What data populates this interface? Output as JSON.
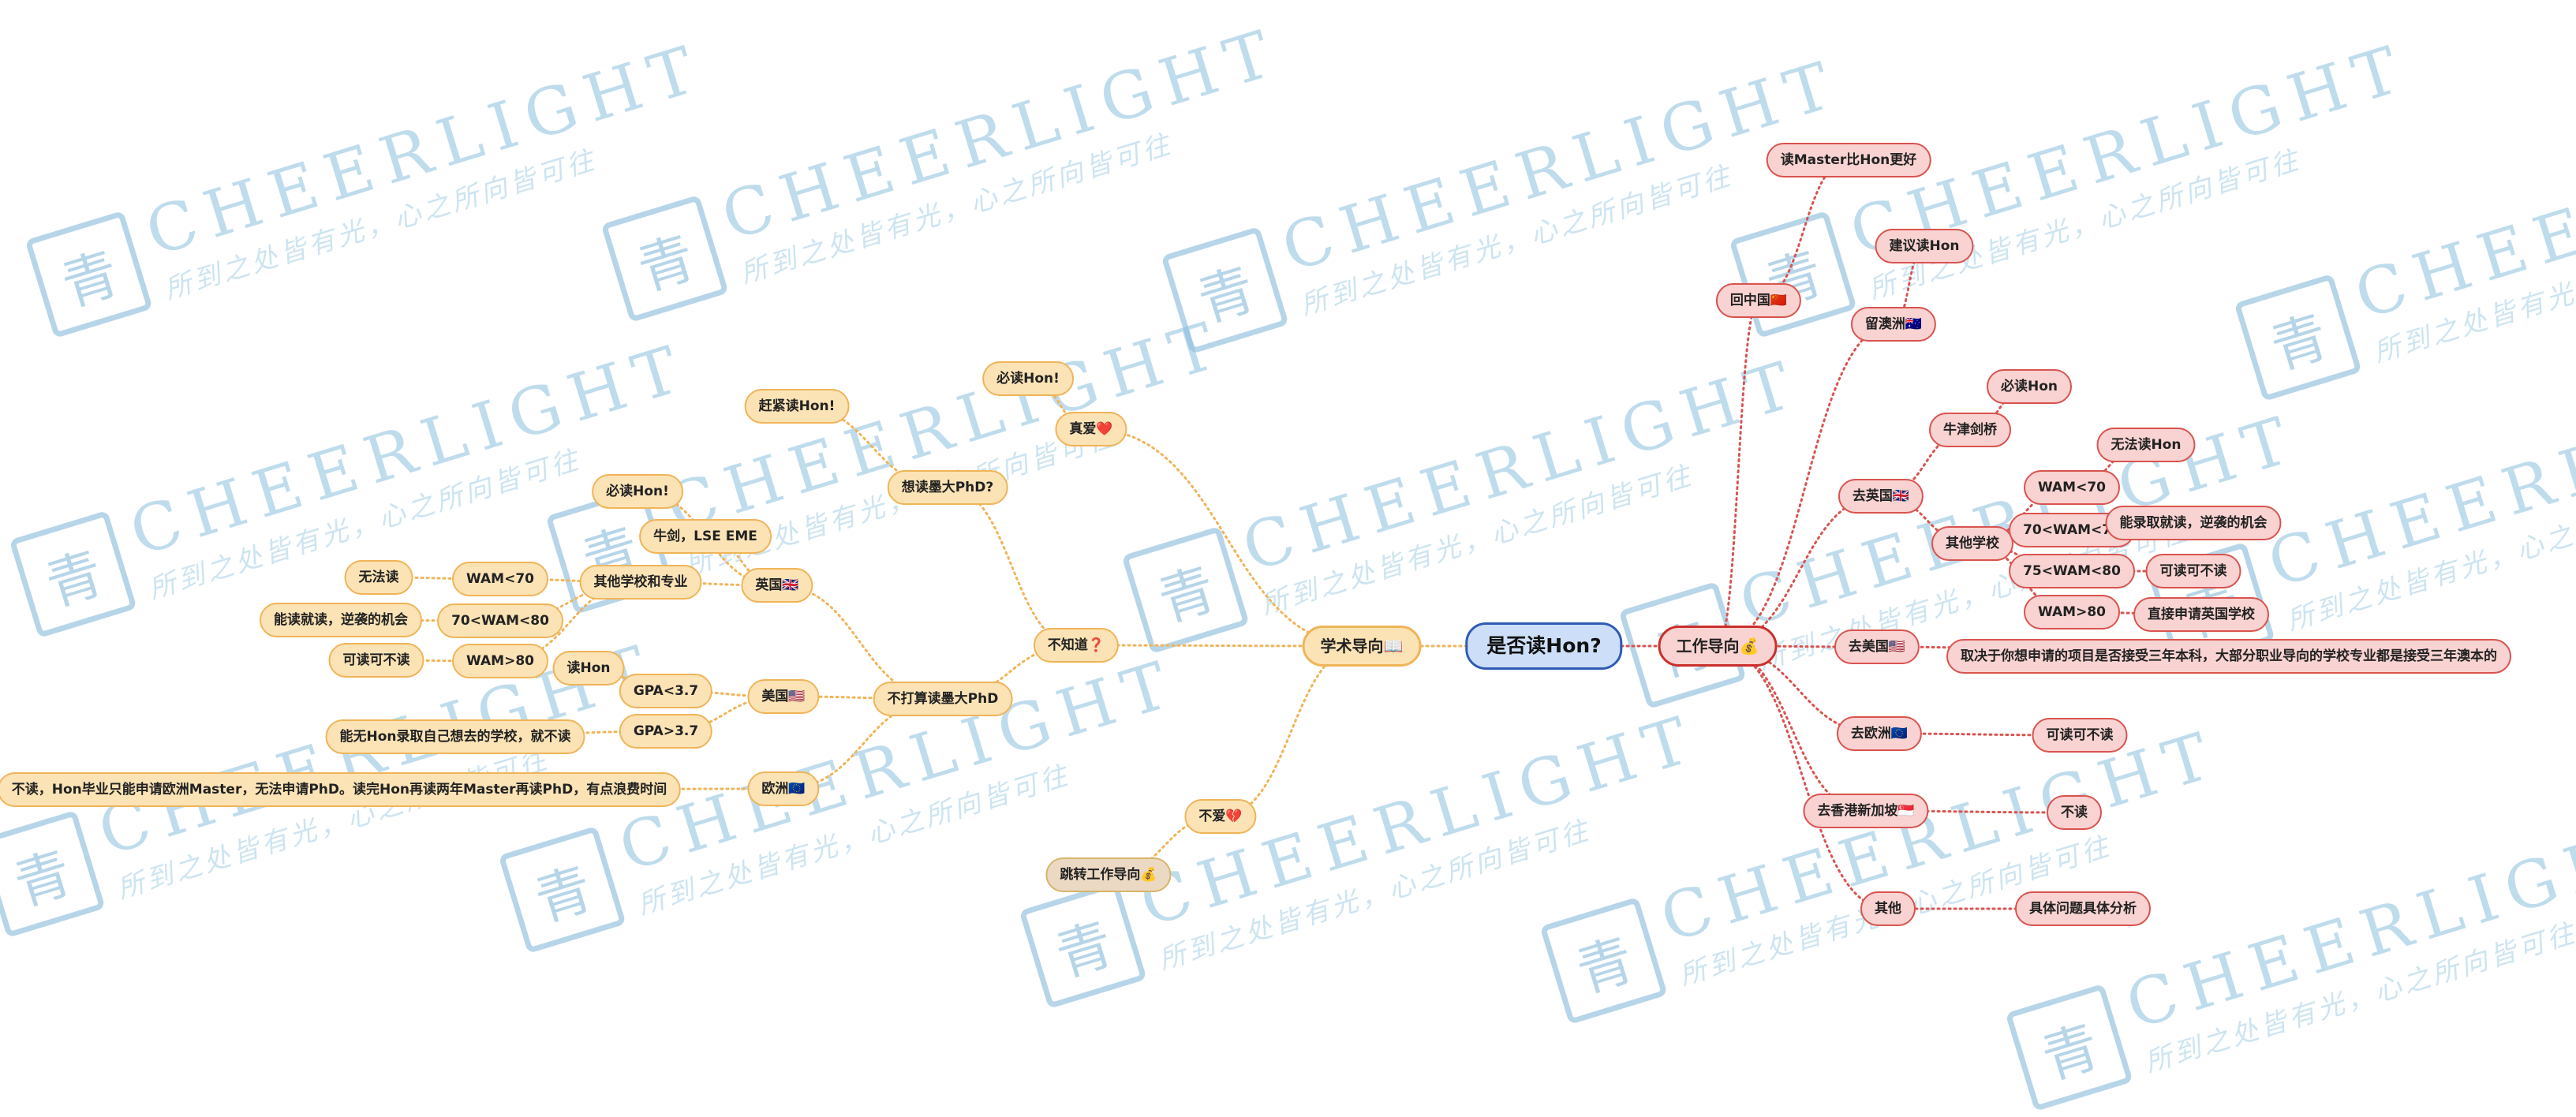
{
  "watermark": {
    "brand": "CHEERLIGHT",
    "slogan": "所到之处皆有光，心之所向皆可往",
    "logo_char": "青"
  },
  "mindmap": {
    "root": "是否读Hon?",
    "academic": {
      "label": "学术导向📖",
      "love": {
        "label": "真爱❤️",
        "child": "必读Hon!"
      },
      "unsure": {
        "label": "不知道❓",
        "phd_yes": {
          "label": "想读墨大PhD?",
          "child": "赶紧读Hon!"
        },
        "phd_no": {
          "label": "不打算读墨大PhD",
          "uk": {
            "label": "英国🇬🇧",
            "oxbridge": "牛剑，LSE EME",
            "must": "必读Hon!",
            "others": {
              "label": "其他学校和专业",
              "wam_low": {
                "label": "WAM<70",
                "child": "无法读"
              },
              "wam_mid": {
                "label": "70<WAM<80",
                "child": "能读就读，逆袭的机会"
              },
              "wam_high": {
                "label": "WAM>80",
                "child": "可读可不读"
              }
            }
          },
          "us": {
            "label": "美国🇺🇸",
            "gpa_low": {
              "label": "GPA<3.7",
              "child": "读Hon"
            },
            "gpa_high": {
              "label": "GPA>3.7",
              "child": "能无Hon录取自己想去的学校，就不读"
            }
          },
          "eu": {
            "label": "欧洲🇪🇺",
            "child": "不读，Hon毕业只能申请欧洲Master，无法申请PhD。读完Hon再读两年Master再读PhD，有点浪费时间"
          }
        }
      },
      "not_love": {
        "label": "不爱💔",
        "child": "跳转工作导向💰"
      }
    },
    "work": {
      "label": "工作导向💰",
      "china": {
        "label": "回中国🇨🇳",
        "child": "读Master比Hon更好"
      },
      "au": {
        "label": "留澳洲🇦🇺",
        "child": "建议读Hon"
      },
      "uk": {
        "label": "去英国🇬🇧",
        "oxbridge": {
          "label": "牛津剑桥",
          "child": "必读Hon"
        },
        "others": {
          "label": "其他学校",
          "wam_low": {
            "label": "WAM<70",
            "child": "无法读Hon"
          },
          "wam_mid": {
            "label": "70<WAM<75",
            "child": "能录取就读，逆袭的机会"
          },
          "wam_mid2": {
            "label": "75<WAM<80",
            "child": "可读可不读"
          },
          "wam_high": {
            "label": "WAM>80",
            "child": "直接申请英国学校"
          }
        }
      },
      "us": {
        "label": "去美国🇺🇸",
        "child": "取决于你想申请的项目是否接受三年本科，大部分职业导向的学校专业都是接受三年澳本的"
      },
      "eu": {
        "label": "去欧洲🇪🇺",
        "child": "可读可不读"
      },
      "hksg": {
        "label": "去香港新加坡🇸🇬",
        "child": "不读"
      },
      "other": {
        "label": "其他",
        "child": "具体问题具体分析"
      }
    }
  },
  "colors": {
    "academic_fill": "#fbe3b6",
    "academic_border": "#f0b458",
    "work_fill": "#f8d3d1",
    "work_border": "#d9534f",
    "root_fill": "#cddff8",
    "root_border": "#2f5bb5"
  }
}
